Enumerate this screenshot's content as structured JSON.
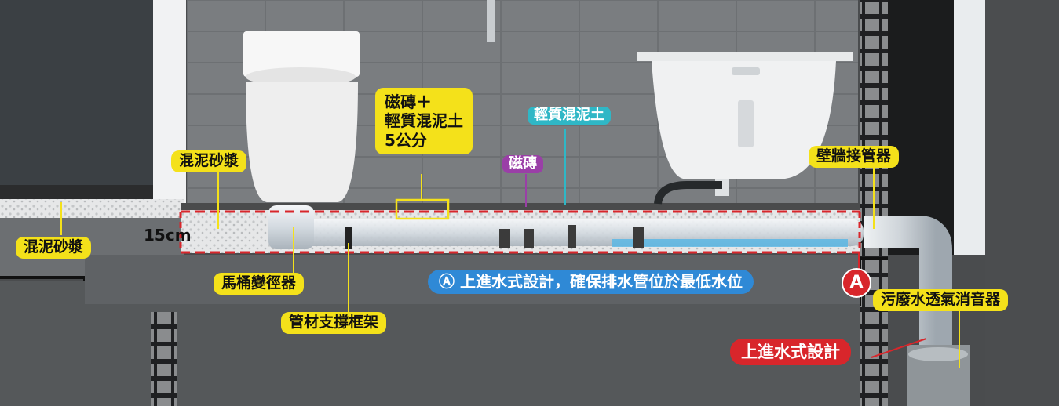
{
  "labels": {
    "tile_plus_concrete": [
      "磁磚＋",
      "輕質混泥土",
      "5公分"
    ],
    "lightweight_concrete": "輕質混泥土",
    "tile": "磁磚",
    "mortar_top": "混泥砂漿",
    "mortar_left": "混泥砂漿",
    "thickness": "15cm",
    "toilet_reducer": "馬桶變徑器",
    "pipe_support_frame": "管材支撐框架",
    "wall_connector": "壁牆接管器",
    "upward_design_note": "Ⓐ 上進水式設計，確保排水管位於最低水位",
    "marker_a": "A",
    "vent_silencer": "污廢水透氣消音器",
    "upward_design": "上進水式設計"
  },
  "colors": {
    "label_yellow": "#f4e11a",
    "label_teal": "#2fb7c6",
    "label_purple": "#9a3fa7",
    "label_blue": "#2f89d6",
    "label_red": "#d8262b",
    "dashed_line_red": "#d8262b"
  }
}
